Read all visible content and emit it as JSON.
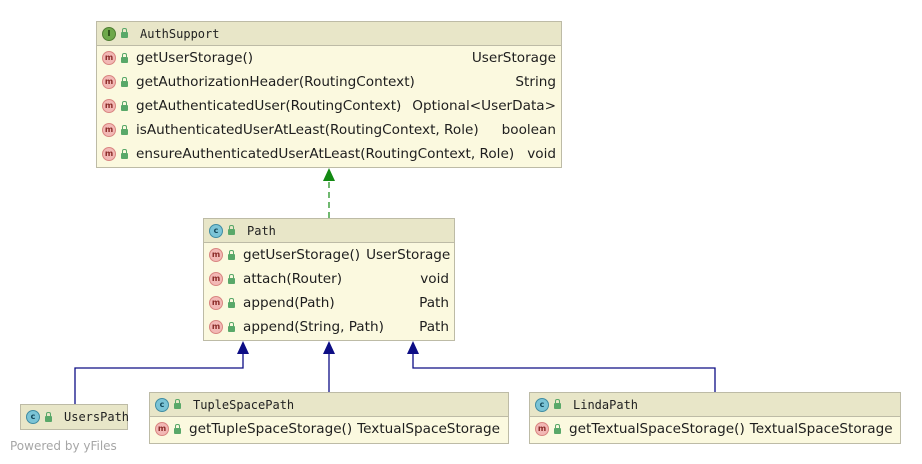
{
  "diagram": {
    "auth_support": {
      "title": "AuthSupport",
      "icon": "interface-icon",
      "methods": [
        {
          "name": "getUserStorage()",
          "type": "UserStorage"
        },
        {
          "name": "getAuthorizationHeader(RoutingContext)",
          "type": "String"
        },
        {
          "name": "getAuthenticatedUser(RoutingContext)",
          "type": "Optional<UserData>"
        },
        {
          "name": "isAuthenticatedUserAtLeast(RoutingContext, Role)",
          "type": "boolean"
        },
        {
          "name": "ensureAuthenticatedUserAtLeast(RoutingContext, Role)",
          "type": "void"
        }
      ]
    },
    "path": {
      "title": "Path",
      "icon": "class-icon",
      "methods": [
        {
          "name": "getUserStorage()",
          "type": "UserStorage"
        },
        {
          "name": "attach(Router)",
          "type": "void"
        },
        {
          "name": "append(Path)",
          "type": "Path"
        },
        {
          "name": "append(String, Path)",
          "type": "Path"
        }
      ]
    },
    "users_path": {
      "title": "UsersPath",
      "icon": "class-icon",
      "methods": []
    },
    "tuple_space_path": {
      "title": "TupleSpacePath",
      "icon": "class-icon",
      "methods": [
        {
          "name": "getTupleSpaceStorage()",
          "type": "TextualSpaceStorage"
        }
      ]
    },
    "linda_path": {
      "title": "LindaPath",
      "icon": "class-icon",
      "methods": [
        {
          "name": "getTextualSpaceStorage()",
          "type": "TextualSpaceStorage"
        }
      ]
    },
    "colors": {
      "implements_arrow": "#138a13",
      "extends_arrow": "#0d0d85",
      "header_bg": "#e8e6c8",
      "body_bg": "#fbf9df"
    }
  },
  "credit": "Powered by yFiles"
}
